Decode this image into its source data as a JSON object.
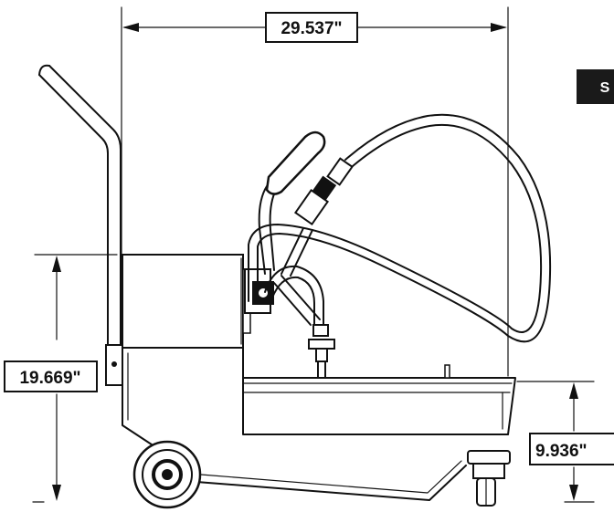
{
  "dimensions": {
    "width_label": "29.537\"",
    "height_label": "19.669\"",
    "side_height_label": "9.936\""
  },
  "side_tab": {
    "label": "S",
    "color": "#1a1a1a"
  },
  "colors": {
    "line": "#111111",
    "background": "#ffffff"
  }
}
